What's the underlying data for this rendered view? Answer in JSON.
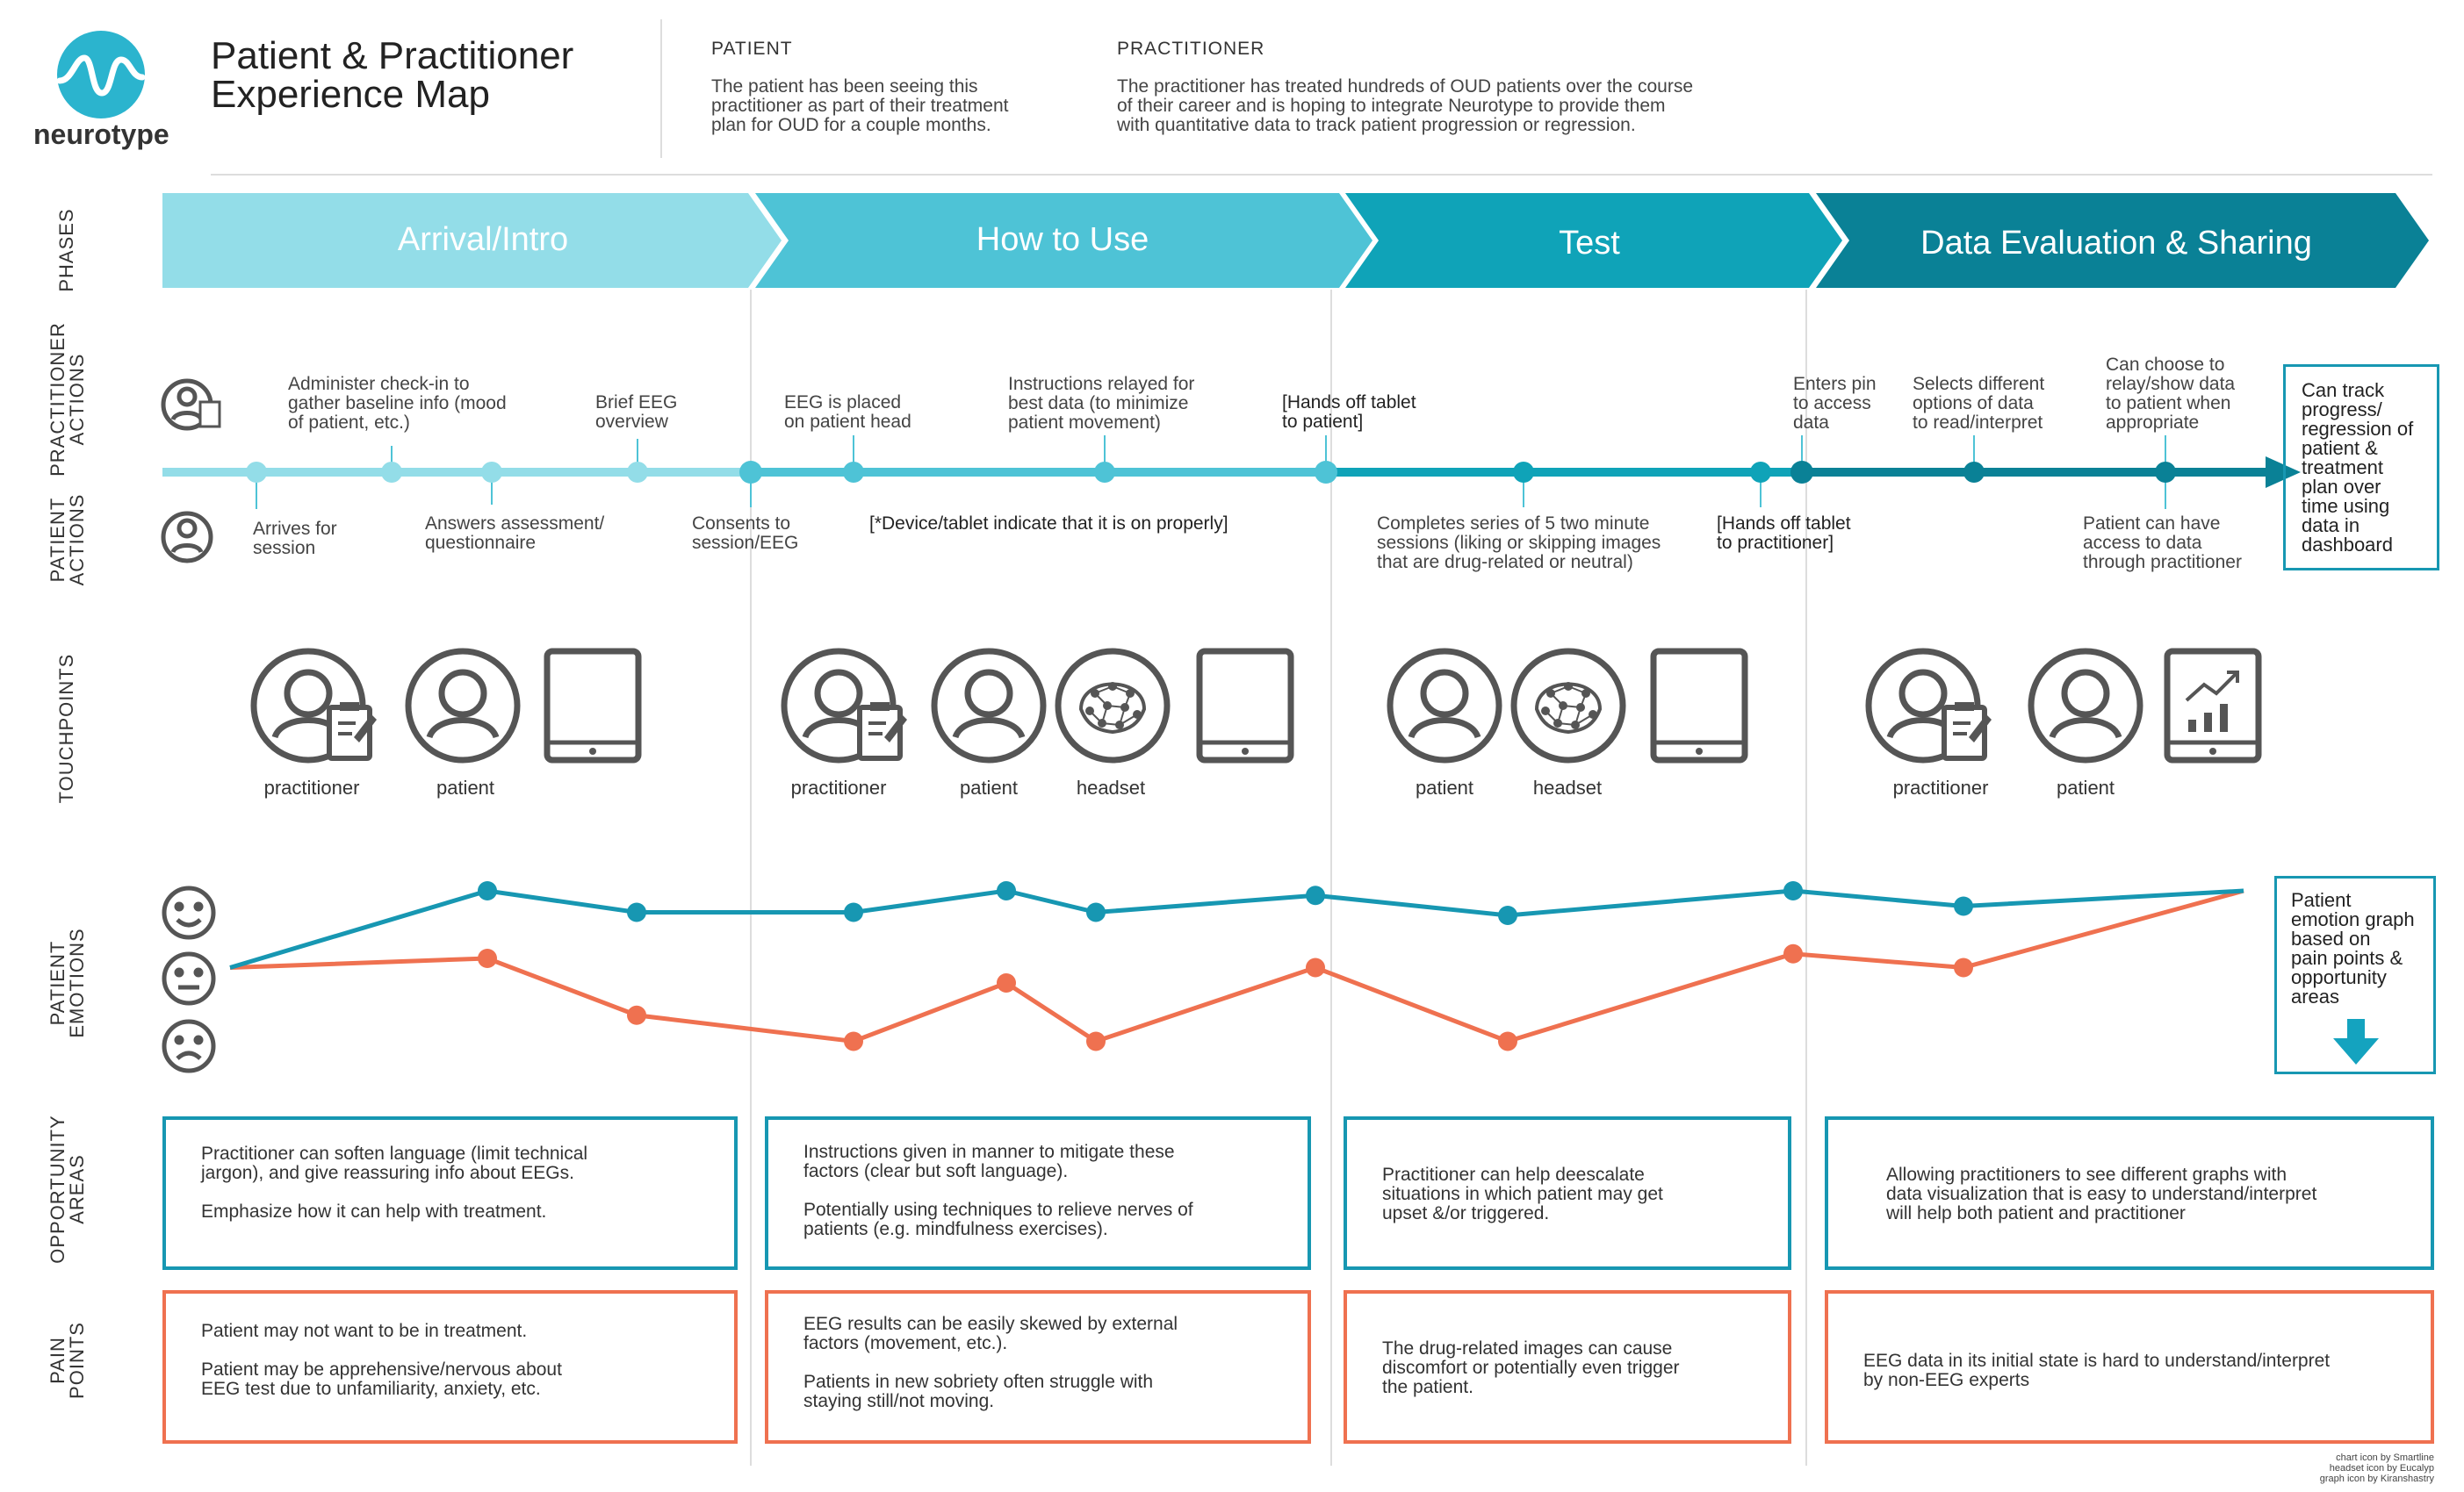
{
  "brand": {
    "name": "neurotype",
    "color": "#2bb4ce"
  },
  "title": "Patient & Practitioner\nExperience  Map",
  "header": {
    "patient_label": "PATIENT",
    "patient_text": "The patient has been seeing this\npractitioner as part of their treatment\nplan for OUD for a couple months.",
    "practitioner_label": "PRACTITIONER",
    "practitioner_text": "The practitioner has treated hundreds of OUD patients over the course\nof their career and is hoping to integrate Neurotype to provide them\nwith quantitative data to track patient progression or regression."
  },
  "row_labels": {
    "phases": "PHASES",
    "practitioner_actions": "PRACTITIONER\nACTIONS",
    "patient_actions": "PATIENT\nACTIONS",
    "touchpoints": "TOUCHPOINTS",
    "patient_emotions": "PATIENT\nEMOTIONS",
    "opportunity_areas": "OPPORTUNITY\nAREAS",
    "pain_points": "PAIN\nPOINTS"
  },
  "phases": [
    {
      "name": "Arrival/Intro",
      "color": "#93dde8"
    },
    {
      "name": "How to Use",
      "color": "#4ec3d6"
    },
    {
      "name": "Test",
      "color": "#0fa3b8"
    },
    {
      "name": "Data Evaluation & Sharing",
      "color": "#0a8196"
    }
  ],
  "practitioner_actions": [
    "Administer check-in to\ngather baseline info (mood\nof patient, etc.)",
    "Brief EEG\noverview",
    "EEG is placed\non patient head",
    "Instructions relayed for\nbest data (to minimize\npatient movement)",
    "[Hands off tablet\nto patient]",
    "Enters pin\nto access\ndata",
    "Selects different\noptions of data\nto read/interpret",
    "Can choose to\nrelay/show data\nto patient when\nappropriate"
  ],
  "patient_actions": [
    "Arrives for\nsession",
    "Answers assessment/\nquestionnaire",
    "Consents to\nsession/EEG",
    "[*Device/tablet indicate that it is on properly]",
    "Completes series of 5 two minute\nsessions (liking or skipping images\nthat are drug-related or neutral)",
    "[Hands off tablet\nto practitioner]",
    "Patient can have\naccess to data\nthrough practitioner"
  ],
  "timeline_end_note": "Can track\nprogress/\nregression of\npatient &\ntreatment\nplan over\ntime using\ndata in\ndashboard",
  "touchpoints": {
    "group1": [
      "practitioner",
      "patient"
    ],
    "group2": [
      "practitioner",
      "patient",
      "headset"
    ],
    "group3": [
      "patient",
      "headset"
    ],
    "group4": [
      "practitioner",
      "patient"
    ]
  },
  "emotion_note": "Patient\nemotion graph\nbased on\npain points &\nopportunity\nareas",
  "emotion_levels": [
    "happy",
    "neutral",
    "sad"
  ],
  "emotion_graph": {
    "patient_color": "#1797b2",
    "practitioner_color": "#ef7150",
    "patient": [
      0.5,
      1.0,
      0.86,
      0.86,
      1.0,
      0.86,
      0.97,
      0.84,
      1.0,
      0.9,
      1.0
    ],
    "practitioner": [
      0.5,
      0.56,
      0.19,
      0.02,
      0.4,
      0.02,
      0.5,
      0.02,
      0.59,
      0.5,
      1.0
    ]
  },
  "opportunity_areas": [
    "Practitioner can soften language (limit technical\njargon), and give reassuring info about EEGs.\n\nEmphasize how it can help with treatment.",
    "Instructions given in manner to mitigate these\nfactors (clear but soft language).\n\nPotentially using techniques to relieve nerves of\npatients (e.g. mindfulness exercises).",
    "Practitioner can help deescalate\nsituations in which patient may get\nupset &/or triggered.",
    "Allowing practitioners to see different graphs with\ndata visualization that is easy to understand/interpret\nwill help both patient and practitioner"
  ],
  "pain_points": [
    "Patient may not want to be in treatment.\n\nPatient may be apprehensive/nervous about\nEEG test due to unfamiliarity, anxiety, etc.",
    "EEG results can be easily skewed by external\nfactors (movement, etc.).\n\nPatients in new sobriety often struggle with\nstaying still/not moving.",
    "The drug-related images can cause\ndiscomfort or potentially even trigger\nthe patient.",
    "EEG data in its initial state is hard to understand/interpret\nby non-EEG experts"
  ],
  "credits": "chart icon by Smartline\nheadset icon by Eucalyp\ngraph icon by Kiranshastry"
}
